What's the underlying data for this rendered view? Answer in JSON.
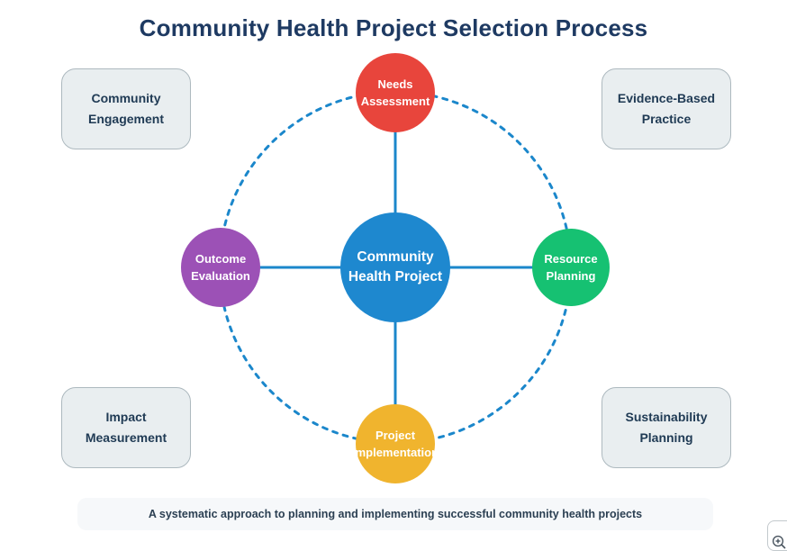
{
  "title": "Community Health Project Selection Process",
  "diagram": {
    "center": {
      "line1": "Community",
      "line2": "Health Project",
      "color": "#1e88cf"
    },
    "nodes": [
      {
        "id": "needs-assessment",
        "line1": "Needs",
        "line2": "Assessment",
        "color": "#e8453c",
        "position": "top"
      },
      {
        "id": "resource-planning",
        "line1": "Resource",
        "line2": "Planning",
        "color": "#16c172",
        "position": "right"
      },
      {
        "id": "project-implementation",
        "line1": "Project",
        "line2": "Implementation",
        "color": "#f0b42e",
        "position": "bottom"
      },
      {
        "id": "outcome-evaluation",
        "line1": "Outcome",
        "line2": "Evaluation",
        "color": "#9c51b6",
        "position": "left"
      }
    ],
    "ring": {
      "style": "dotted",
      "color": "#1b87cb"
    },
    "connector_color": "#1b87cb"
  },
  "cards": [
    {
      "line1": "Community",
      "line2": "Engagement",
      "position": "top-left"
    },
    {
      "line1": "Evidence-Based",
      "line2": "Practice",
      "position": "top-right"
    },
    {
      "line1": "Impact",
      "line2": "Measurement",
      "position": "bottom-left"
    },
    {
      "line1": "Sustainability",
      "line2": "Planning",
      "position": "bottom-right"
    }
  ],
  "caption": "A systematic approach to planning and implementing successful community health projects",
  "controls": {
    "zoom_in_icon": "magnifier-plus"
  },
  "colors": {
    "title_text": "#1e3a62",
    "card_bg": "#e9eef0",
    "card_border": "#adb9bf",
    "card_text": "#1f3a54",
    "caption_bg": "#f6f8fa",
    "caption_text": "#2b3f52"
  }
}
